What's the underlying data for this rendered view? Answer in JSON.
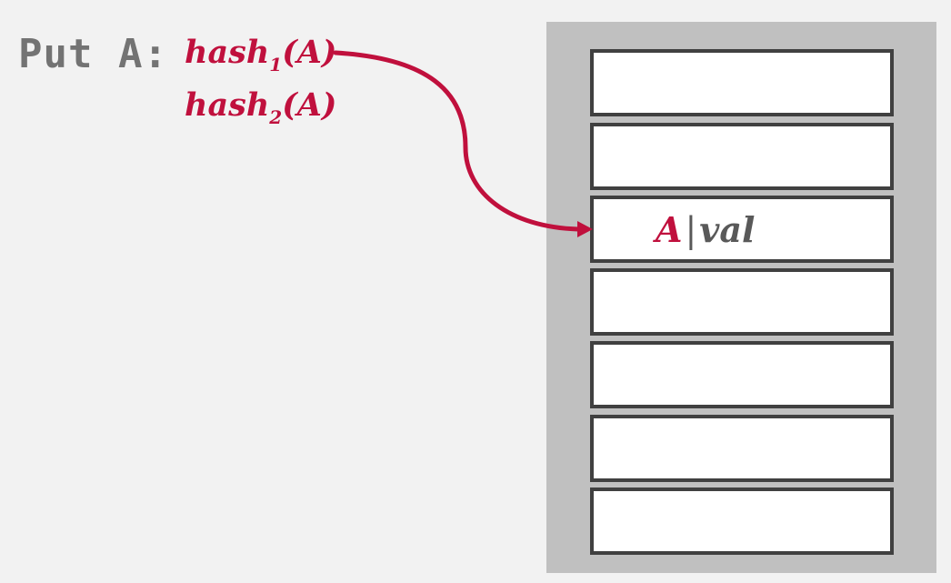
{
  "operation": {
    "label": "Put A:",
    "key": "A"
  },
  "hash_functions": [
    {
      "name": "hash",
      "subscript": "1",
      "argument": "(A)"
    },
    {
      "name": "hash",
      "subscript": "2",
      "argument": "(A)"
    }
  ],
  "table": {
    "slots": [
      {
        "key": "",
        "separator": "",
        "value": ""
      },
      {
        "key": "",
        "separator": "",
        "value": ""
      },
      {
        "key": "A",
        "separator": "|",
        "value": "val"
      },
      {
        "key": "",
        "separator": "",
        "value": ""
      },
      {
        "key": "",
        "separator": "",
        "value": ""
      },
      {
        "key": "",
        "separator": "",
        "value": ""
      },
      {
        "key": "",
        "separator": "",
        "value": ""
      }
    ]
  },
  "colors": {
    "accent": "#c0103d",
    "text_gray": "#737373",
    "value_gray": "#595959",
    "slot_border": "#404040",
    "table_background": "#c0c0c0",
    "page_background": "#f2f2f2"
  }
}
